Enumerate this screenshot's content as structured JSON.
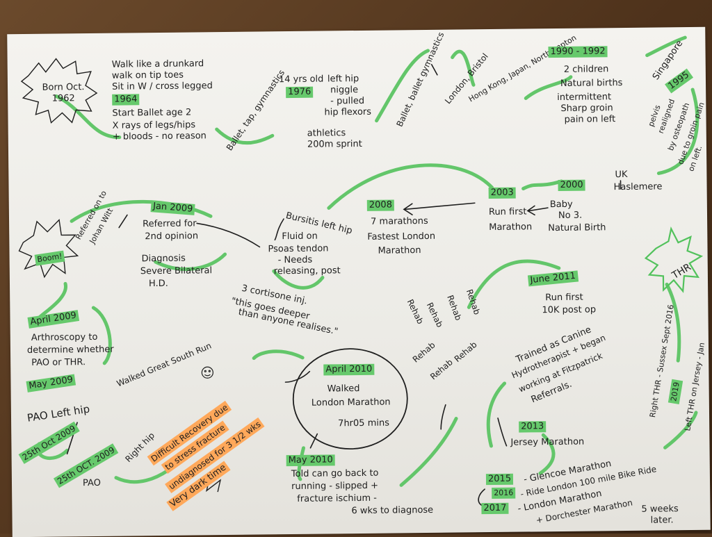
{
  "notes": {
    "born": "Born Oct. 1962",
    "walk_like": "Walk like a drunkard",
    "tiptoes": "walk on tip toes",
    "sit": "Sit in W / cross legged",
    "y1964": "1964",
    "ballet_age": "Start Ballet age 2",
    "xrays": "X rays of legs/hips",
    "bloods": "+ bloods - no reason",
    "ballet_gym_1": "Ballet, tap, gymnastics",
    "age14": "14 yrs old",
    "y1976": "1976",
    "left_hip": "left hip",
    "niggle": "niggle",
    "pulled": "- pulled",
    "hip_flexors": "hip flexors",
    "athletics": "athletics",
    "sprint": "200m sprint",
    "ballet_gym_2": "Ballet, ballet gymnastics",
    "cities": "London, Bristol",
    "cities2": "Hong Kong, Japan, Northampton",
    "y1990": "1990 - 1992",
    "children": "2 children",
    "natural_births": "Natural births",
    "intermittent": "intermittent",
    "sharp_groin": "Sharp groin",
    "pain_left": "pain on left",
    "singapore": "Singapore",
    "y1995": "1995",
    "pelvis": "pelvis",
    "realigned": "realigned",
    "osteopath": "by osteopath",
    "due_groin": "due to groin pain",
    "on_left": "on left.",
    "uk": "UK",
    "haslemere": "Haslemere",
    "y2000": "2000",
    "baby": "Baby",
    "no3": "No 3.",
    "natural_birth": "Natural Birth",
    "y2003": "2003",
    "run_first": "Run first",
    "marathon": "Marathon",
    "y2008": "2008",
    "seven_marathons": "7 marathons",
    "fastest": "Fastest London",
    "marathon2": "Marathon",
    "bursitis": "Bursitis left hip",
    "fluid": "Fluid on",
    "psoas": "Psoas tendon",
    "needs": "- Needs",
    "releasing": "releasing, post",
    "cortisone": "3 cortisone inj.",
    "quote": "\"this goes deeper",
    "quote2": "than anyone realises.\"",
    "jan2009": "Jan 2009",
    "referred": "Referred for",
    "second_opinion": "2nd opinion",
    "diagnosis": "Diagnosis",
    "severe": "Severe Bilateral",
    "hd": "H.D.",
    "referred_to": "Referred on to",
    "johan": "Johan Witt",
    "boom": "Boom!",
    "april2009": "April 2009",
    "arthroscopy": "Arthroscopy to",
    "determine": "determine whether",
    "pao_thr": "PAO or THR.",
    "may2009": "May 2009",
    "pao_left": "PAO Left hip",
    "walked_gsr": "Walked Great South Run",
    "oct2009a": "25th Oct 2009",
    "oct2009b": "25th OCT. 2009",
    "right_hip": "Right hip",
    "pao": "PAO",
    "difficult": "Difficult Recovery due",
    "stress": "to stress fracture",
    "undiagnosed": "undiagnosed for 3 1/2 wks",
    "dark_time": "Very dark time",
    "april2010": "April 2010",
    "walked": "Walked",
    "london_marathon": "London Marathon",
    "time": "7hr05 mins",
    "may2010": "May 2010",
    "told": "Told can go back to",
    "running": "running - slipped +",
    "fracture": "fracture ischium -",
    "six_wks": "6 wks to diagnose",
    "rehab": "Rehab",
    "june2011": "June 2011",
    "run_first10k": "Run first",
    "tenk": "10K post op",
    "trained": "Trained as Canine",
    "hydro": "Hydrotherapist + began",
    "working": "working at Fitzpatrick",
    "referrals": "Referrals.",
    "y2013": "2013",
    "jersey": "Jersey Marathon",
    "y2015": "2015",
    "glencoe": "- Glencoe Marathon",
    "y2016": "2016",
    "ride_london": "- Ride London 100 mile Bike Ride",
    "y2017": "2017",
    "london_marathon2": "- London Marathon",
    "dorchester": "+ Dorchester Marathon",
    "five_weeks": "5 weeks",
    "later": "later.",
    "thr": "THR",
    "thr_note": "Right THR - Sussex Sept 2016",
    "y2019": "2019",
    "left_thr": "Left THR on Jersey - Jan"
  },
  "colors": {
    "highlight_green": "#66c96c",
    "highlight_orange": "#ffa85a",
    "ink": "#1e1e1e",
    "paper": "#f1f0eb"
  }
}
